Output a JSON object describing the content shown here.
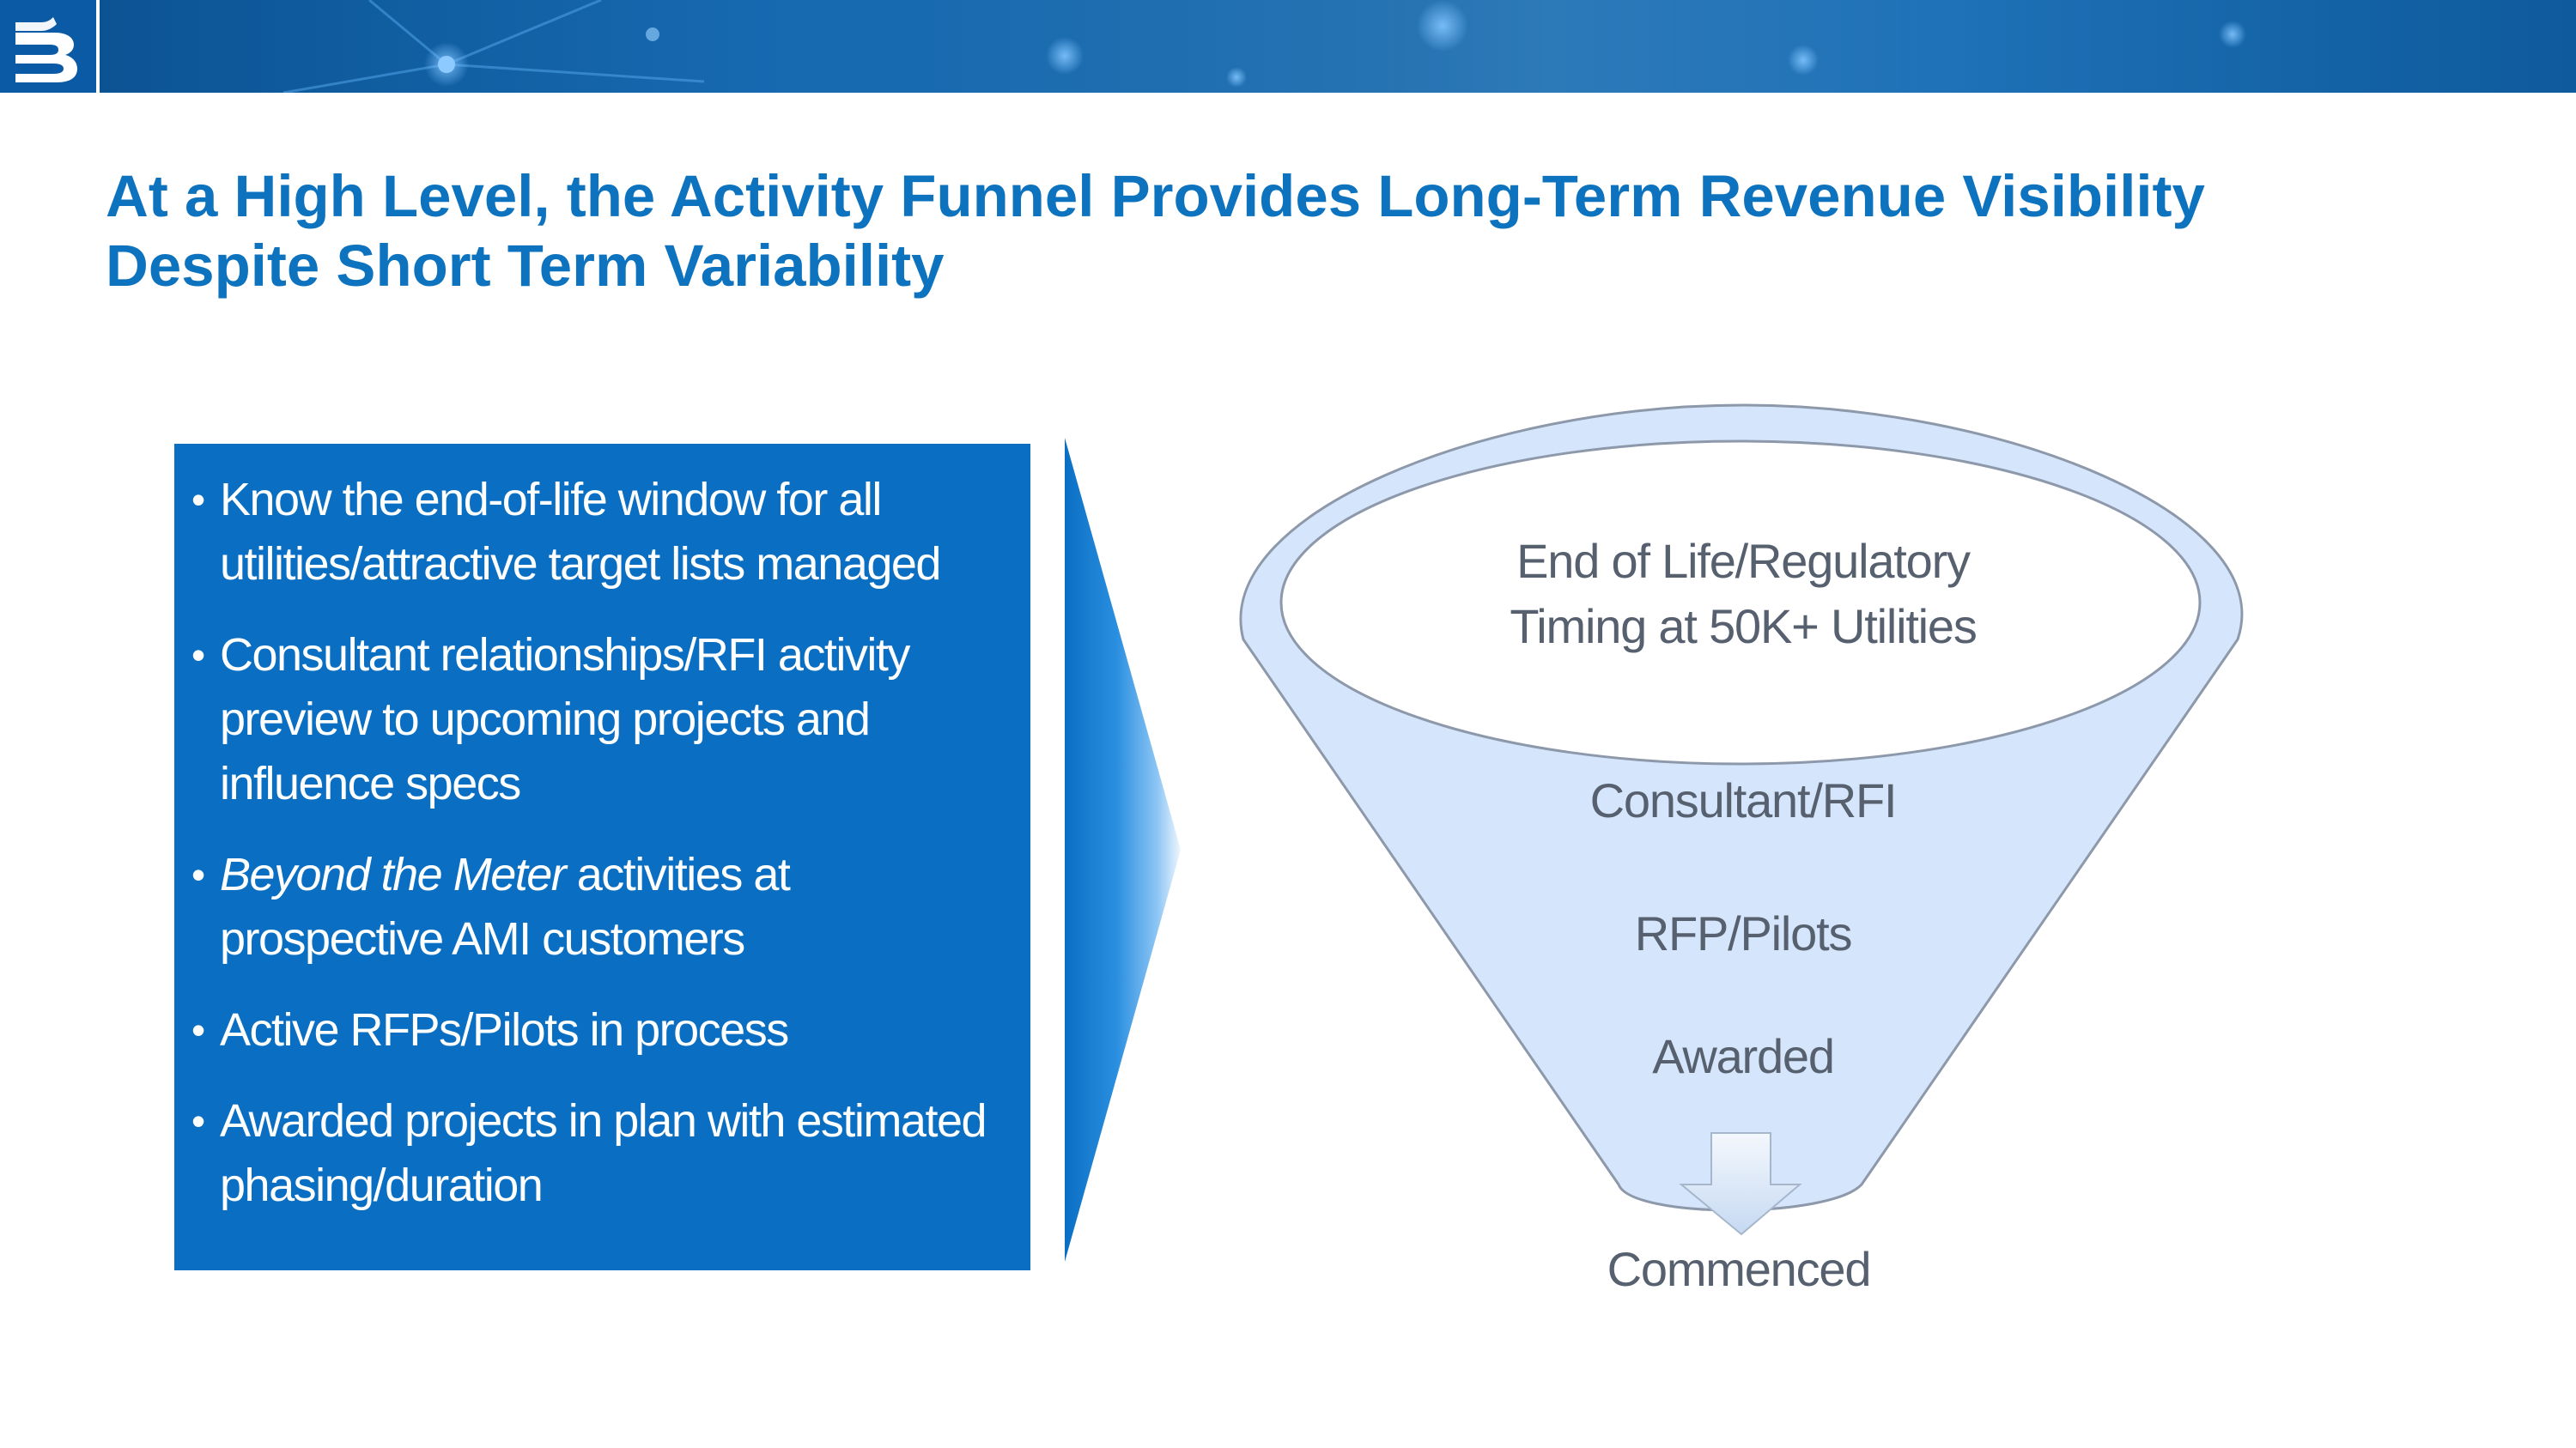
{
  "header": {
    "logo_icon": "company-logo-icon",
    "banner_colors": [
      "#0a4f8e",
      "#0d5fa6",
      "#0b60a8"
    ]
  },
  "title": {
    "line1": "At a High Level, the Activity Funnel Provides Long-Term Revenue Visibility",
    "line2": "Despite Short Term Variability",
    "color": "#0e73bf"
  },
  "bullets": [
    {
      "lines": [
        "Know the end-of-life window for all",
        "utilities/attractive target lists managed"
      ]
    },
    {
      "lines": [
        "Consultant relationships/RFI activity",
        "preview to upcoming projects and",
        "influence specs"
      ]
    },
    {
      "italic": "Beyond the Meter",
      "rest": " activities at",
      "lines2": [
        "prospective AMI customers"
      ]
    },
    {
      "lines": [
        "Active RFPs/Pilots in process"
      ]
    },
    {
      "lines": [
        "Awarded projects in plan with estimated",
        "phasing/duration"
      ]
    }
  ],
  "bullet_char": "•",
  "panel_color": "#0a6fc3",
  "funnel": {
    "top_label_line1": "End of Life/Regulatory",
    "top_label_line2": "Timing at 50K+ Utilities",
    "stage1": "Consultant/RFI",
    "stage2": "RFP/Pilots",
    "stage3": "Awarded",
    "output": "Commenced",
    "fill_color": "#d5e5fb",
    "stroke_color": "#8d99aa",
    "text_color": "#56606e",
    "arrow_icon": "down-arrow-icon"
  }
}
